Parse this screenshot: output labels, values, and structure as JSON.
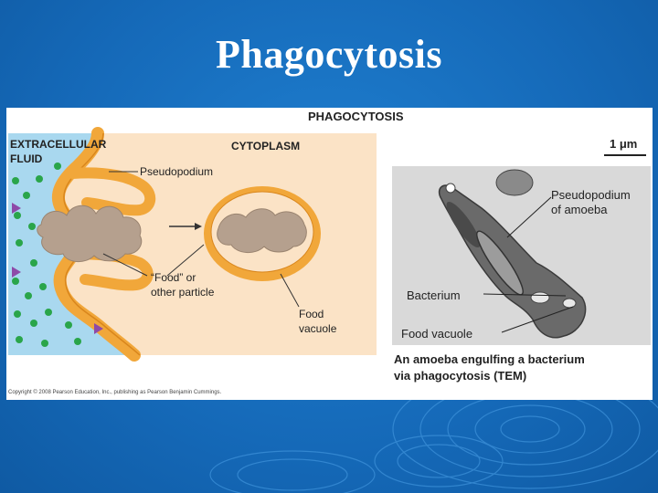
{
  "slide": {
    "title": "Phagocytosis"
  },
  "figure": {
    "heading": "PHAGOCYTOSIS",
    "left_panel": {
      "extracellular_line1": "EXTRACELLULAR",
      "extracellular_line2": "FLUID",
      "cytoplasm": "CYTOPLASM",
      "pseudopodium": "Pseudopodium",
      "food_line1": "“Food” or",
      "food_line2": "other particle",
      "vacuole_line1": "Food",
      "vacuole_line2": "vacuole"
    },
    "right_panel": {
      "scale": "1 μm",
      "pseudopodium_line1": "Pseudopodium",
      "pseudopodium_line2": "of amoeba",
      "bacterium": "Bacterium",
      "food_vacuole": "Food vacuole",
      "caption_line1": "An amoeba engulfing a bacterium",
      "caption_line2": "via phagocytosis (TEM)"
    },
    "copyright": "Copyright © 2008 Pearson Education, Inc., publishing as Pearson Benjamin Cummings."
  },
  "colors": {
    "background": "#1569b8",
    "fluid": "#a9d8ef",
    "cytoplasm": "#fbe3c6",
    "membrane": "#f1a73a",
    "food": "#b5a08e",
    "particle_green": "#2aa54a",
    "particle_purple": "#8e4aa8"
  }
}
